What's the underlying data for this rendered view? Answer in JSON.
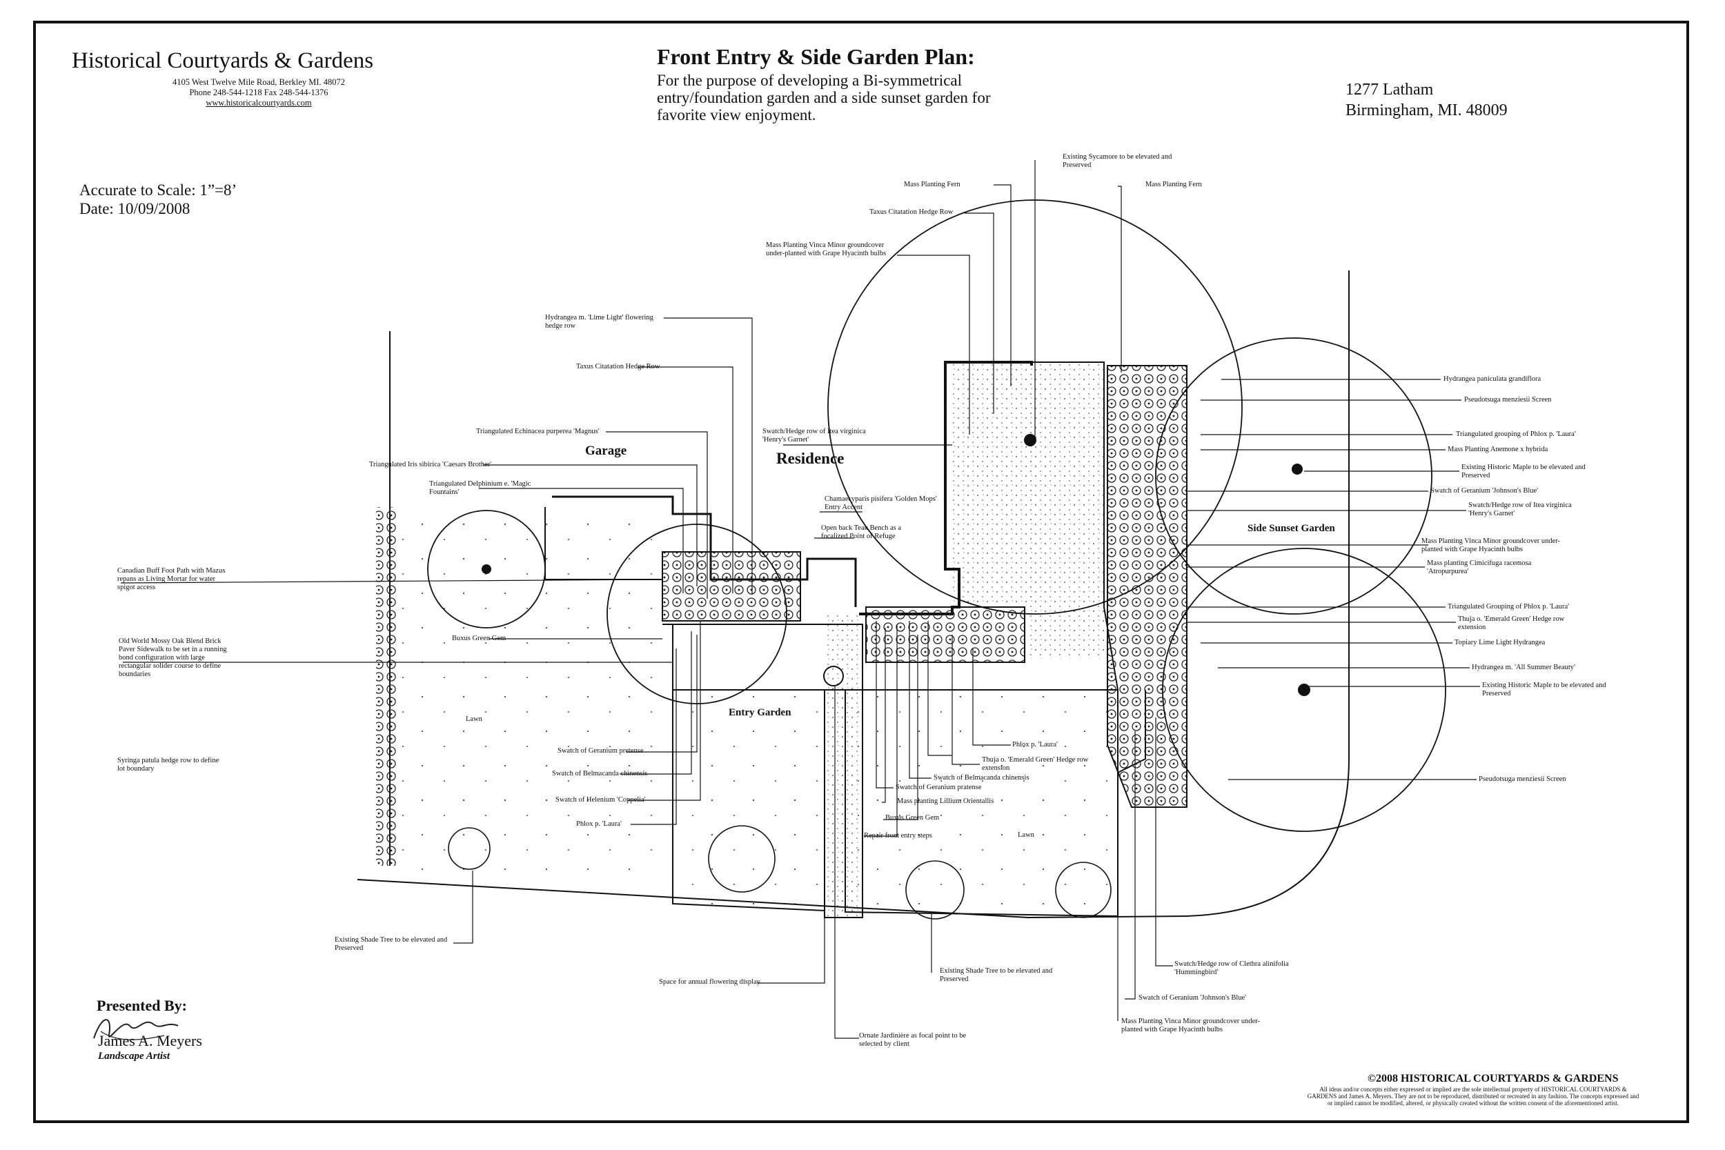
{
  "firm": {
    "name": "Historical Courtyards & Gardens",
    "address": "4105 West Twelve Mile Road, Berkley MI. 48072",
    "phone": "Phone 248-544-1218   Fax 248-544-1376",
    "website": "www.historicalcourtyards.com"
  },
  "plan": {
    "title": "Front Entry & Side Garden Plan:",
    "description": "For the purpose of developing a Bi-symmetrical entry/foundation garden and a side sunset garden for favorite view enjoyment."
  },
  "site": {
    "street": "1277 Latham",
    "city": "Birmingham, MI.  48009"
  },
  "scale": {
    "text": "Accurate to Scale: 1”=8’",
    "date": "Date: 10/09/2008"
  },
  "presenter": {
    "heading": "Presented By:",
    "name": "James A. Meyers",
    "role": "Landscape Artist"
  },
  "copyright": {
    "title": "©2008 HISTORICAL COURTYARDS & GARDENS",
    "body": "All ideas and/or concepts either expressed or implied are the sole intellectual property of HISTORICAL COURTYARDS & GARDENS and James A. Meyers. They are not to be reproduced, distributed or recreated in any fashion. The concepts expressed and or implied cannot be modified, altered, or physically created without the written consent of the aforementioned artist."
  },
  "areas": {
    "garage": "Garage",
    "residence": "Residence",
    "side_sunset_garden": "Side Sunset Garden",
    "entry_garden": "Entry Garden",
    "lawn_left": "Lawn",
    "lawn_center": "Lawn"
  },
  "notes": {
    "sycamore": "Existing Sycamore to be elevated and Preserved",
    "fern_a": "Mass Planting Fern",
    "fern_b": "Mass Planting Fern",
    "taxus_top": "Taxus Citatation Hedge Row",
    "vinca_top": "Mass Planting Vinca Minor groundcover under-planted with Grape Hyacinth bulbs",
    "hydrangea_lime": "Hydrangea m. 'Lime Light' flowering hedge row",
    "taxus_mid": "Taxus Citatation Hedge Row",
    "echinacea": "Triangulated Echinacea purperea 'Magnus'",
    "itea_left": "Swatch/Hedge row of Itea virginica 'Henry's Garnet'",
    "iris": "Triangulated Iris sibirica 'Caesars Brother'",
    "delphinium": "Triangulated Delphinium e. 'Magic Fountains'",
    "chamaecyparis": "Chamaecyparis pisifera 'Golden Mops' Entry Accent",
    "teak_bench": "Open back Teak Bench as a focalized Point of Refuge",
    "foot_path": "Canadian Buff Foot Path with Mazus repans as Living Mortar for water spigot access",
    "brick_paver": "Old World Mossy Oak Blend Brick Paver Sidewalk to be set in a running bond configuration with large rectangular solider course to define boundaries",
    "buxus_left": "Buxus Green Gem",
    "syringa": "Syringa patula hedge row to define lot boundary",
    "geranium_pratense_l": "Swatch of Geranium pretense",
    "belmacanda_l": "Swatch of Belmacanda chinensis",
    "helenium": "Swatch of Helenium 'Coppelia'",
    "phlox_left": "Phlox p. 'Laura'",
    "shade_tree_left": "Existing Shade Tree to be elevated and Preserved",
    "annual_display": "Space for annual flowering display",
    "repair_steps": "Repair front entry steps",
    "jardiniere": "Ornate Jardinière as focal point to be selected by client",
    "buxus_center": "Buxus Green Gem",
    "lilium": "Mass planting Lillium Orientallis",
    "geranium_pratense_r": "Swatch of Geranium pratense",
    "belmacanda_r": "Swatch of Belmacanda chinensis",
    "thuja_center": "Thuja o. 'Emerald Green' Hedge row extension",
    "phlox_center": "Phlox p. 'Laura'",
    "shade_tree_center": "Existing Shade Tree to be elevated and Preserved",
    "vinca_bottom": "Mass Planting Vinca Minor groundcover under-planted with Grape Hyacinth bulbs",
    "geranium_johnsons_b": "Swatch of Geranium 'Johnson's Blue'",
    "clethra": "Swatch/Hedge row of Clethra alinifolia 'Hummingbird'",
    "hydrangea_paniculata": "Hydrangea paniculata grandiflora",
    "pseudotsuga_top": "Pseudotsuga menziesii Screen",
    "phlox_grouping": "Triangulated grouping of Phlox p. 'Laura'",
    "anemone": "Mass Planting Anemone x hybrida",
    "maple_top": "Existing Historic Maple to be elevated and Preserved",
    "geranium_johnsons_r": "Swatch of Geranium 'Johnson's Blue'",
    "itea_right": "Swatch/Hedge row of Itea virginica 'Henry's Garnet'",
    "vinca_right": "Mass Planting Vinca Minor groundcover under-planted with Grape Hyacinth bulbs",
    "cimicifuga": "Mass planting Cimicifuga racemosa 'Atropurpurea'",
    "phlox_grouping_b": "Triangulated Grouping of Phlox p. 'Laura'",
    "thuja_right": "Thuja o. 'Emerald Green' Hedge row extension",
    "topiary": "Topiary Lime Light Hydrangea",
    "hydrangea_summer": "Hydrangea m. 'All Summer Beauty'",
    "maple_bottom": "Existing Historic Maple to be elevated and Preserved",
    "pseudotsuga_bottom": "Pseudotsuga menziesii Screen"
  }
}
